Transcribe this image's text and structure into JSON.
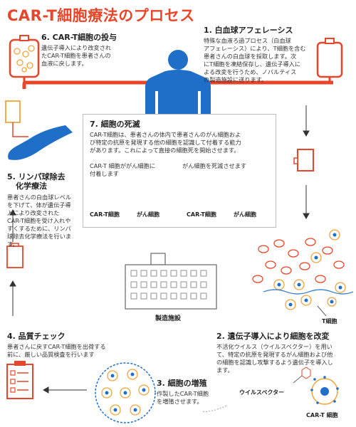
{
  "title": "CAR-T細胞療法のプロセス",
  "steps": {
    "s1": {
      "title": "1. 白血球アフェレーシス",
      "desc": [
        "特殊な血液ろ過プロセス（白血球",
        "アフェレーシス）により、T細胞を含む",
        "患者さんの白血球を採取します。次",
        "にT細胞を凍結保存し、遺伝子導入に",
        "よる改変を行うため、ノバルティス",
        "の製造施設に送ります。"
      ]
    },
    "s2": {
      "title": "2. 遺伝子導入により細胞を改変",
      "desc": [
        "不活化ウイルス（ウイルスベクター）を用い",
        "て、特定の抗原を発現するがん細胞および他",
        "の細胞を認識し攻撃するよう遺伝子を導入し",
        "ます。"
      ]
    },
    "s3": {
      "title": "3. 細胞の増殖",
      "desc": [
        "作製したCAR-T細胞",
        "を増殖させます。"
      ]
    },
    "s4": {
      "title": "4. 品質チェック",
      "desc": [
        "患者さんに戻すCAR-T細胞を出荷する",
        "前に、厳しい品質検査を行います"
      ]
    },
    "s5": {
      "title": [
        "5. リンパ球除去",
        "化学療法"
      ],
      "desc": [
        "患者さんの白血球レベル",
        "を下げて、体が遺伝子導",
        "入により改変された",
        "CAR-T細胞を受け入れや",
        "すくするために、リンパ",
        "球除去化学療法を行いま",
        "す。"
      ]
    },
    "s6": {
      "title": "6. CAR-T細胞の投与",
      "desc": [
        "遺伝子導入により改変され",
        "たCAR-T細胞を患者さんの",
        "血液に戻します。"
      ]
    },
    "s7": {
      "title": "7. 細胞の死滅",
      "desc": [
        "CAR-T細胞は、患者さんの体内で患者さんのがん細胞およ",
        "び特定の抗原を発現する他の細胞を認識して付着する能力",
        "があります。これによって直接の細胞死を開始させます。"
      ],
      "left_caption": [
        "CAR-T 細胞ががん細胞に",
        "付着します"
      ],
      "right_caption": "がん細胞を死滅させます",
      "label_cart_left": "CAR-T細胞",
      "label_cancer_left": "がん細胞",
      "label_cart_right": "CAR-T細胞",
      "label_cancer_right": "がん細胞"
    }
  },
  "labels": {
    "facility": "製造施設",
    "tcell": "T細胞",
    "virus": "ウイルスベクター",
    "cart": "CAR-T 細胞"
  },
  "colors": {
    "accent": "#e8462a",
    "blue": "#1f6fc9",
    "orange": "#f2a33a",
    "gray": "#9a9a9a"
  }
}
